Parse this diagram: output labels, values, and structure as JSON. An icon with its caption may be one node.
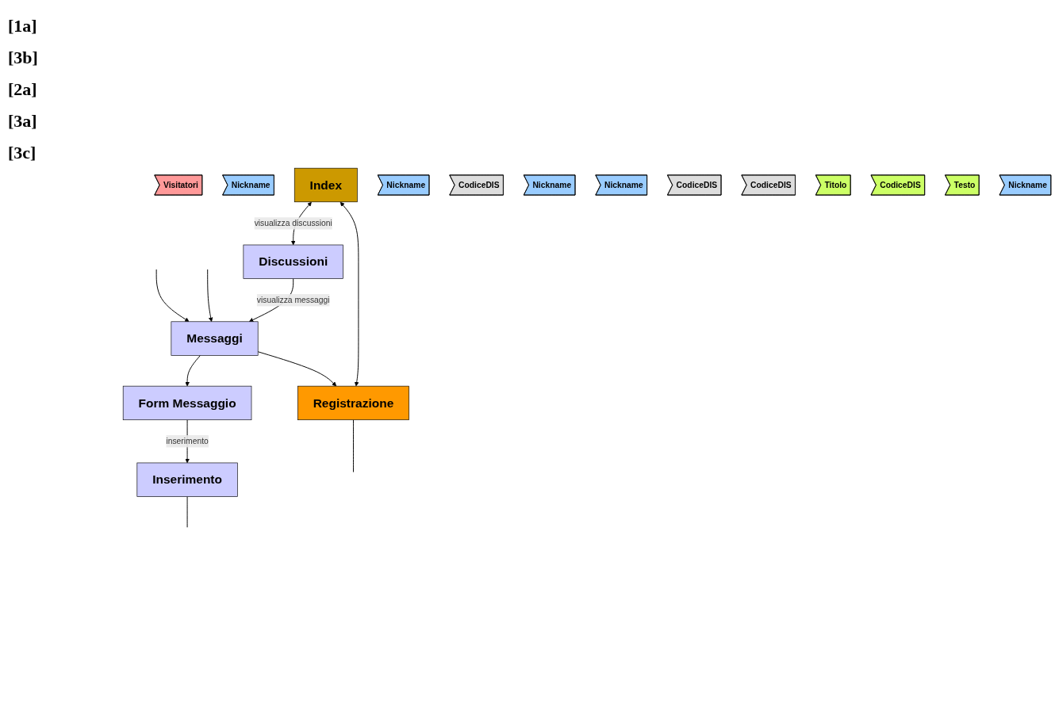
{
  "diagram": {
    "nodes": [
      {
        "text": [
          "Visitatori"
        ]
      },
      {
        "text": [
          "Nickname"
        ]
      },
      {
        "text": [
          "Index"
        ]
      },
      {
        "text": [
          "Nickname"
        ]
      },
      {
        "text": [
          "CodiceDIS"
        ]
      },
      {
        "text": [
          "Nickname"
        ]
      },
      {
        "text": [
          "Nickname"
        ]
      },
      {
        "text": [
          "Discussioni"
        ]
      },
      {
        "text": [
          "Messaggi"
        ]
      },
      {
        "text": [
          "Form Messaggio"
        ]
      },
      {
        "text": [
          "CodiceDIS"
        ]
      },
      {
        "text": [
          "CodiceDIS"
        ]
      },
      {
        "text": [
          "Registrazione"
        ]
      },
      {
        "text": [
          "Titolo"
        ]
      },
      {
        "text": [
          "CodiceDIS"
        ]
      },
      {
        "text": [
          "Inserimento"
        ]
      },
      {
        "text": [
          "Testo"
        ]
      },
      {
        "text": [
          "Nickname"
        ]
      }
    ],
    "edges": [
      {
        "from": 2,
        "to": 12,
        "arrow": "both"
      },
      {
        "from": 2,
        "to": 7,
        "arrow": "both",
        "label": "visualizza discussioni"
      },
      {
        "from": 7,
        "to": 8,
        "arrow": "to",
        "label": "visualizza messaggi"
      },
      {
        "from": 8,
        "to": 9,
        "arrow": "to"
      },
      {
        "from": 9,
        "to": 15,
        "arrow": "to",
        "label": "inserimento"
      },
      {
        "from": 8,
        "to": 12,
        "arrow": "to"
      },
      {
        "from": 12,
        "to": null,
        "arrow": "none"
      },
      {
        "from": null,
        "to": 8,
        "arrow": "to"
      },
      {
        "from": null,
        "to": 8,
        "arrow": "to"
      },
      {
        "from": 15,
        "to": null,
        "arrow": "none"
      }
    ],
    "labels": [
      "[1a]",
      "[3b]",
      "[2a]",
      "[3a]",
      "[3c]"
    ]
  }
}
